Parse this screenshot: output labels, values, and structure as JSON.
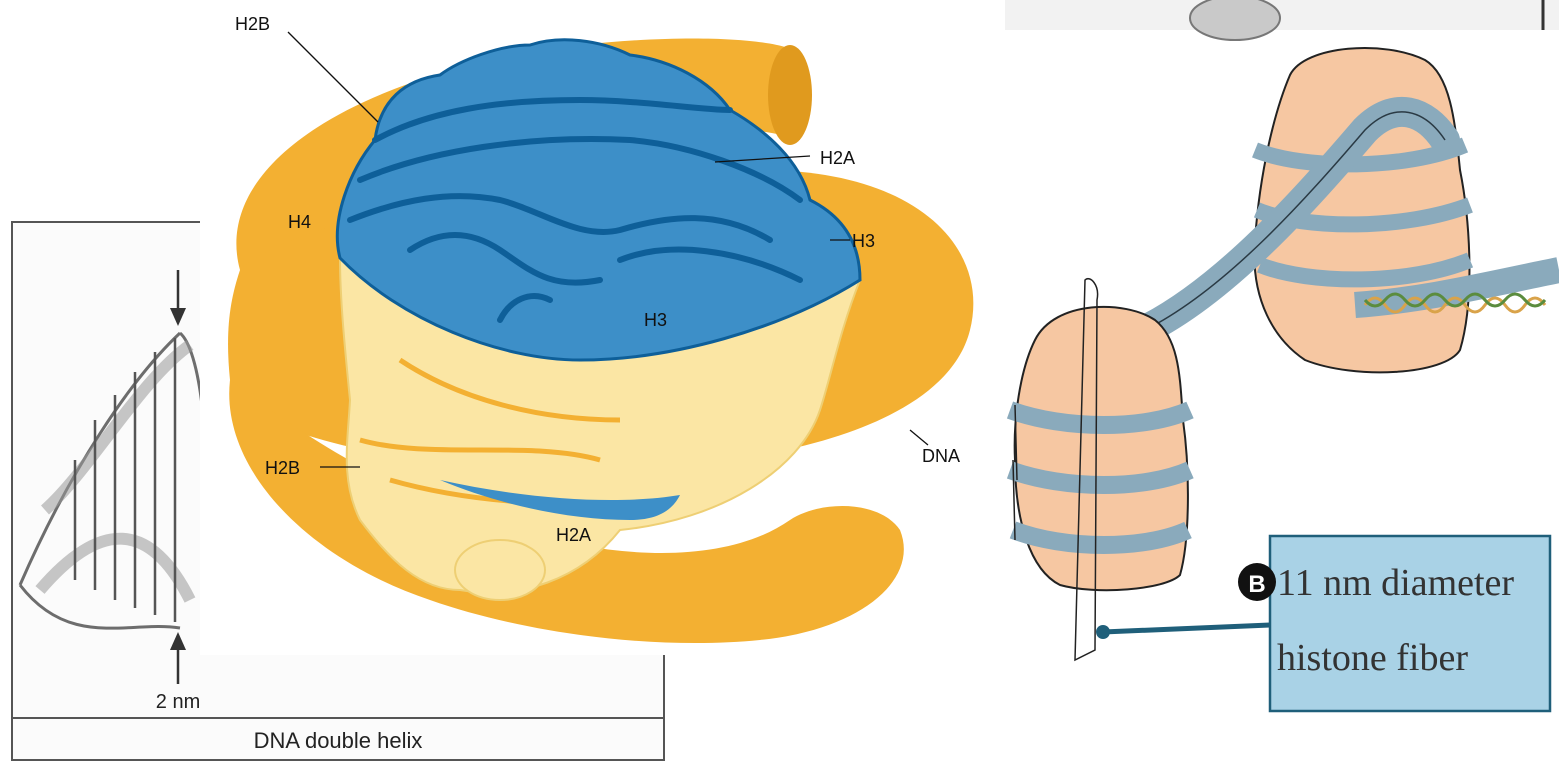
{
  "helix_panel": {
    "scale_label": "2 nm",
    "caption": "DNA double helix"
  },
  "nucleosome_panel": {
    "labels": {
      "h2b_top": "H2B",
      "h2a_right": "H2A",
      "h4": "H4",
      "h3_right": "H3",
      "h3_center": "H3",
      "dna": "DNA",
      "h2b_left": "H2B",
      "h2a_bottom": "H2A"
    }
  },
  "fiber_panel": {
    "badge": "B",
    "callout_line1": "11 nm diameter",
    "callout_line2": "histone fiber"
  },
  "colors": {
    "dna_orange": "#f3b032",
    "histone_blue": "#3d8fc8",
    "histone_dark_blue": "#0e5f99",
    "core_cream": "#fbe6a4",
    "fiber_peach": "#f6c7a2",
    "fiber_grey": "#8aaabc",
    "callout_blue": "#a9d2e6"
  }
}
